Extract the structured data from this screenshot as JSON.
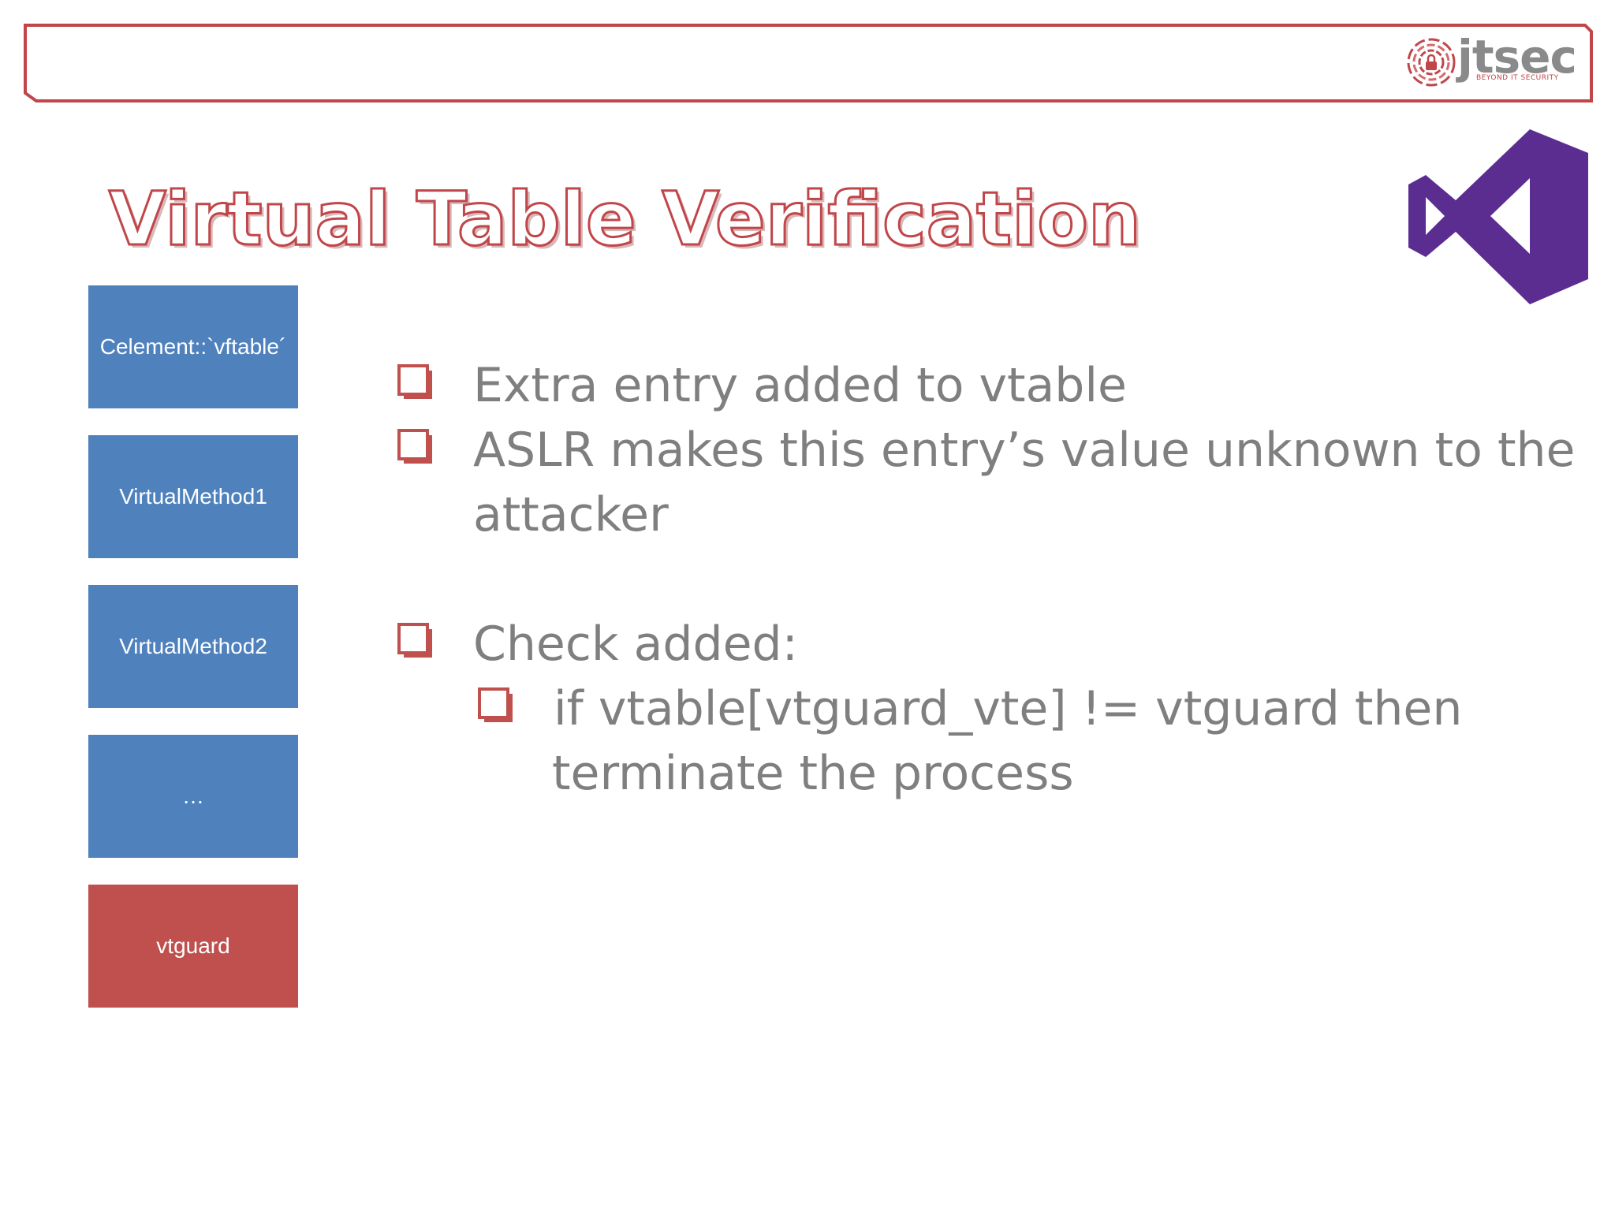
{
  "title": "Virtual Table Verification",
  "logo": {
    "word": "jtsec",
    "tagline": "BEYOND IT SECURITY"
  },
  "vtable": {
    "entries": [
      {
        "label": "Celement::`vftable´",
        "color": "#4f81bd"
      },
      {
        "label": "VirtualMethod1",
        "color": "#4f81bd"
      },
      {
        "label": "VirtualMethod2",
        "color": "#4f81bd"
      },
      {
        "label": "…",
        "color": "#4f81bd"
      },
      {
        "label": "vtguard",
        "color": "#c0504d"
      }
    ]
  },
  "bullets": {
    "b1": "Extra entry added to vtable",
    "b2_line1": "ASLR makes this entry’s value unknown to the",
    "b2_line2": "attacker",
    "b3": "Check added:",
    "b4_line1": "if vtable[vtguard_vte] != vtguard then",
    "b4_line2": "terminate the process"
  },
  "colors": {
    "accent_red": "#c0464a",
    "box_blue": "#4f81bd",
    "box_red": "#c0504d",
    "vs_purple": "#5c2d91",
    "text_gray": "#7f7f7f"
  },
  "icons": {
    "bullet": "checkbox-square-icon",
    "vs": "visual-studio-icon",
    "logo": "fingerprint-lock-icon"
  }
}
